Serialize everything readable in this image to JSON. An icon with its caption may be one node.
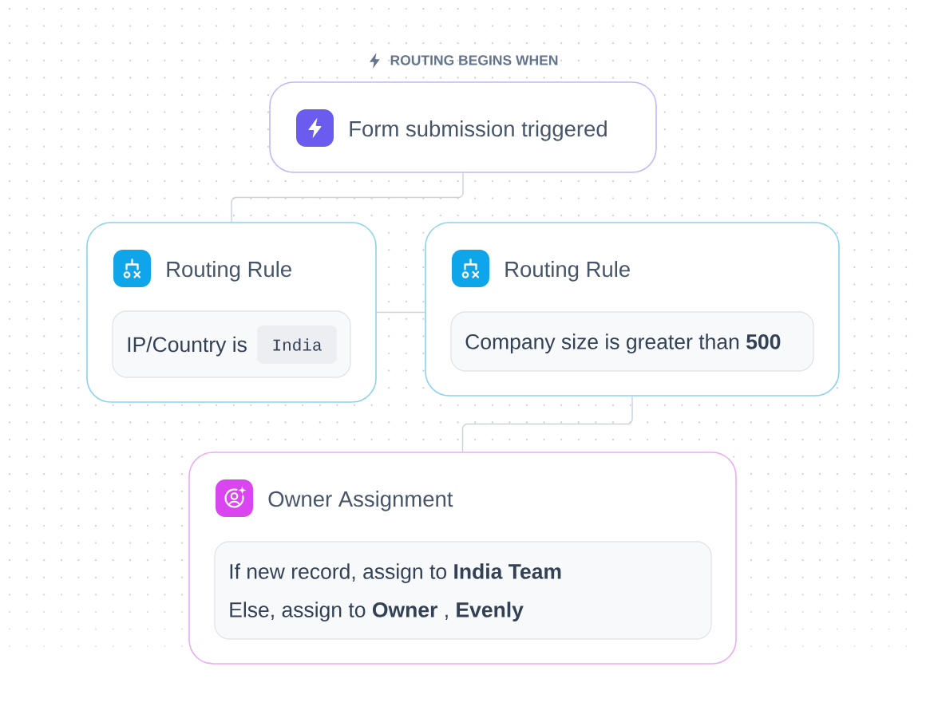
{
  "diagram": {
    "nodes": [
      {
        "text": [
          "ROUTING BEGINS WHEN",
          "Form submission triggered"
        ]
      },
      {
        "text": [
          "Routing Rule"
        ]
      },
      {
        "text": [
          "IP/Country is"
        ],
        "in": 1
      },
      {
        "text": [
          "India"
        ],
        "in": 2
      },
      {
        "text": [
          "Routing Rule"
        ]
      },
      {
        "text": [
          "Company size is greater than **500**"
        ],
        "in": 4
      },
      {
        "text": [
          "Owner Assignment"
        ]
      },
      {
        "text": [
          "If new record, assign to **India Team**",
          "Else, assign to **Owner** , **Evenly**"
        ],
        "in": 6
      }
    ],
    "edges": [
      {
        "from": 0,
        "to": 1,
        "arrow": "none"
      },
      {
        "from": 1,
        "to": 4,
        "arrow": "none"
      },
      {
        "from": 4,
        "to": 6,
        "arrow": "none"
      }
    ]
  }
}
